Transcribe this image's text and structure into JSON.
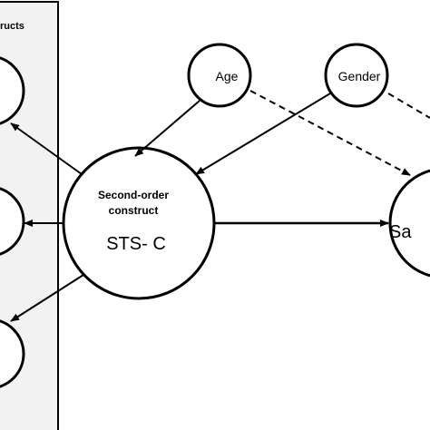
{
  "panel": {
    "title": "ructs"
  },
  "nodes": {
    "age": {
      "label": "Age"
    },
    "gender": {
      "label": "Gender"
    },
    "second_order": {
      "line1": "Second-order",
      "line2": "construct",
      "name": "STS- C"
    },
    "outcome": {
      "label": "Sa"
    }
  },
  "colors": {
    "stroke": "#000000",
    "panel_fill": "#f2f2f2",
    "background": "#ffffff"
  }
}
